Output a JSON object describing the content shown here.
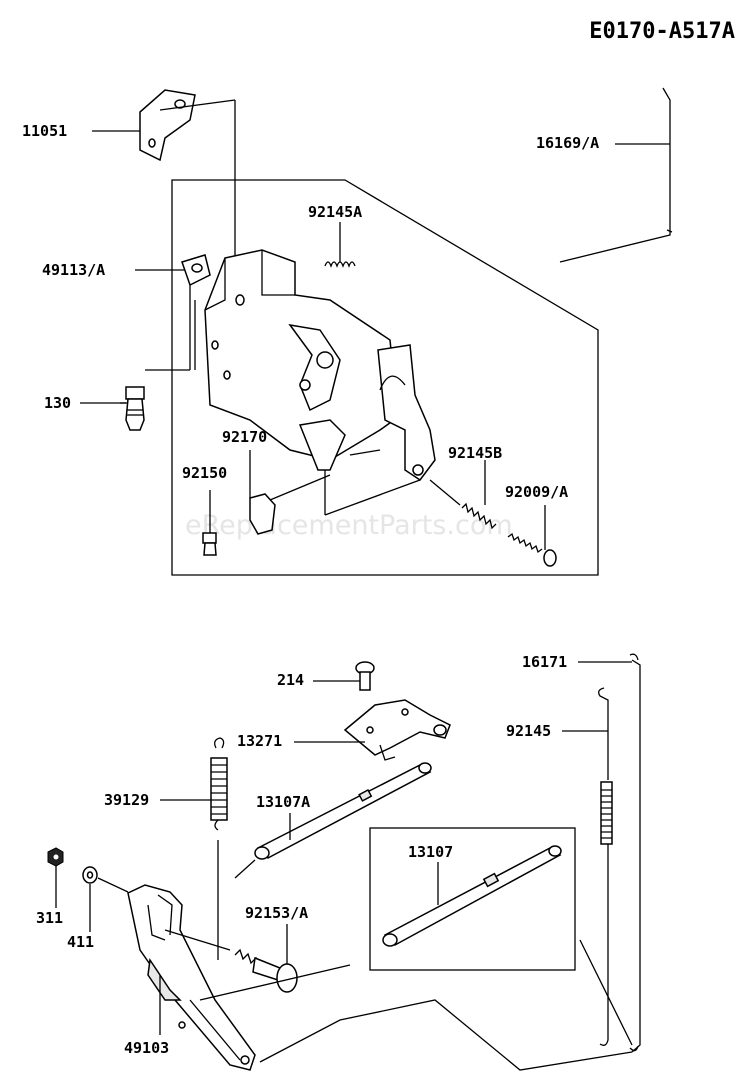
{
  "diagram_code": "E0170-A517A",
  "watermark": "eReplacementParts.com",
  "parts": {
    "p11051": "11051",
    "p16169": "16169/A",
    "p92145A": "92145A",
    "p49113": "49113/A",
    "p130": "130",
    "p92170": "92170",
    "p92150": "92150",
    "p92145B": "92145B",
    "p92009": "92009/A",
    "p16171": "16171",
    "p214": "214",
    "p13271": "13271",
    "p92145": "92145",
    "p13107A": "13107A",
    "p39129": "39129",
    "p13107": "13107",
    "p92153": "92153/A",
    "p311": "311",
    "p411": "411",
    "p49103": "49103"
  }
}
